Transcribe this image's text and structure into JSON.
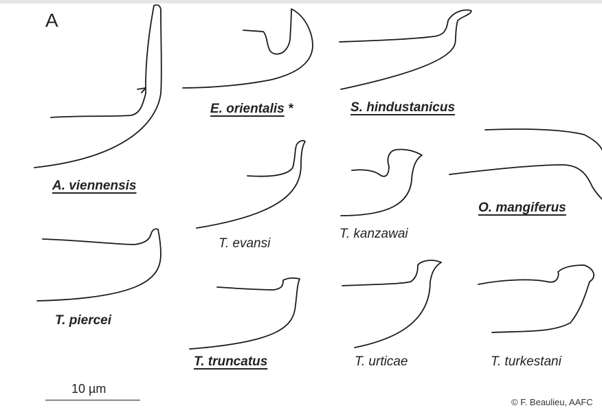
{
  "figure": {
    "panel_letter": "A",
    "scale_bar_label": "10 µm",
    "credit": "© F. Beaulieu, AAFC"
  },
  "specimens": [
    {
      "id": "a-viennensis",
      "label": "A. viennensis",
      "bold": true,
      "underline": true
    },
    {
      "id": "e-orientalis",
      "label": "E. orientalis",
      "suffix": " *",
      "bold": true,
      "underline": true
    },
    {
      "id": "s-hindustanicus",
      "label": "S. hindustanicus",
      "bold": true,
      "underline": true
    },
    {
      "id": "t-evansi",
      "label": "T. evansi",
      "bold": false,
      "underline": false
    },
    {
      "id": "t-kanzawai",
      "label": "T. kanzawai",
      "bold": false,
      "underline": false
    },
    {
      "id": "o-mangiferus",
      "label": "O. mangiferus",
      "bold": true,
      "underline": true
    },
    {
      "id": "t-piercei",
      "label": "T. piercei",
      "bold": true,
      "underline": false
    },
    {
      "id": "t-truncatus",
      "label": "T. truncatus",
      "bold": true,
      "underline": true
    },
    {
      "id": "t-urticae",
      "label": "T. urticae",
      "bold": false,
      "underline": false
    },
    {
      "id": "t-turkestani",
      "label": "T. turkestani",
      "bold": false,
      "underline": false
    }
  ]
}
